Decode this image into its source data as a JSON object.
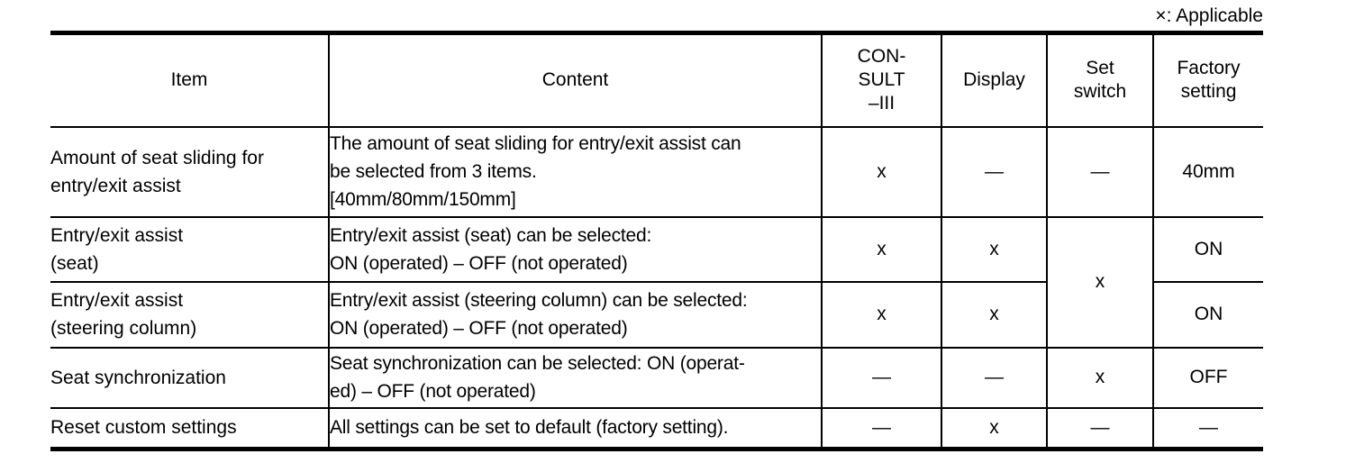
{
  "legend": {
    "text": "×: Applicable"
  },
  "table": {
    "headers": {
      "item": "Item",
      "content": "Content",
      "consult_line1": "CON-",
      "consult_line2": "SULT",
      "consult_line3": "–III",
      "display": "Display",
      "set_switch_line1": "Set",
      "set_switch_line2": "switch",
      "factory_line1": "Factory",
      "factory_line2": "setting"
    },
    "rows": [
      {
        "item_line1": "Amount of seat sliding for",
        "item_line2": "entry/exit assist",
        "content_line1": "The amount of seat sliding for entry/exit assist can",
        "content_line2": "be selected from 3 items.",
        "content_line3": "[40mm/80mm/150mm]",
        "consult": "x",
        "display": "—",
        "set_switch": "—",
        "factory": "40mm"
      },
      {
        "item_line1": "Entry/exit assist",
        "item_line2": "(seat)",
        "content_line1": "Entry/exit assist (seat) can be selected:",
        "content_line2": "ON (operated) – OFF (not operated)",
        "content_line3": "",
        "consult": "x",
        "display": "x",
        "set_switch": "x",
        "factory": "ON"
      },
      {
        "item_line1": "Entry/exit assist",
        "item_line2": "(steering column)",
        "content_line1": "Entry/exit assist (steering column) can be selected:",
        "content_line2": "ON (operated) – OFF (not operated)",
        "content_line3": "",
        "consult": "x",
        "display": "x",
        "set_switch": "",
        "factory": "ON"
      },
      {
        "item_line1": "Seat synchronization",
        "item_line2": "",
        "content_line1": "Seat synchronization can be selected: ON (operat-",
        "content_line2": "ed) – OFF (not operated)",
        "content_line3": "",
        "consult": "—",
        "display": "—",
        "set_switch": "x",
        "factory": "OFF"
      },
      {
        "item_line1": "Reset custom settings",
        "item_line2": "",
        "content_line1": "All settings can be set to default (factory setting).",
        "content_line2": "",
        "content_line3": "",
        "consult": "—",
        "display": "x",
        "set_switch": "—",
        "factory": "—"
      }
    ]
  }
}
